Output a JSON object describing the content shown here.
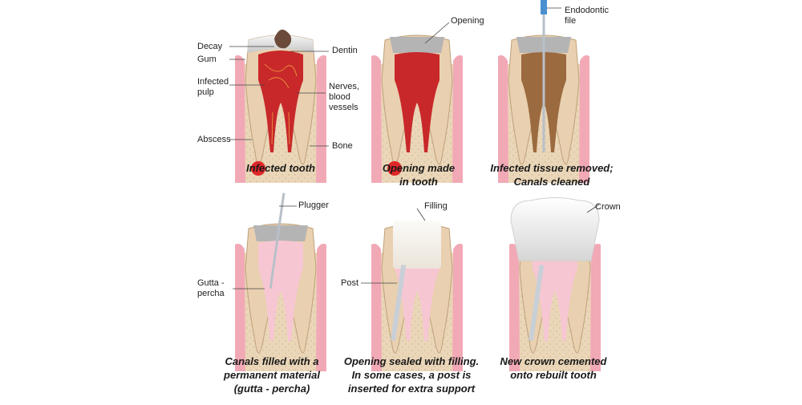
{
  "panels": [
    {
      "id": "infected",
      "caption": [
        "Infected tooth"
      ],
      "labels": {
        "decay": "Decay",
        "gum": "Gum",
        "infected_pulp": [
          "Infected",
          "pulp"
        ],
        "abscess": "Abscess",
        "dentin": "Dentin",
        "nerves": [
          "Nerves,",
          "blood",
          "vessels"
        ],
        "bone": "Bone"
      }
    },
    {
      "id": "opening",
      "caption": [
        "Opening made",
        "in tooth"
      ],
      "labels": {
        "opening": "Opening"
      }
    },
    {
      "id": "cleaned",
      "caption": [
        "Infected tissue removed;",
        "Canals cleaned"
      ],
      "labels": {
        "file": [
          "Endodontic",
          "file"
        ]
      }
    },
    {
      "id": "filled",
      "caption": [
        "Canals filled with a",
        "permanent material",
        "(gutta - percha)"
      ],
      "labels": {
        "plugger": "Plugger",
        "gutta": [
          "Gutta -",
          "percha"
        ]
      }
    },
    {
      "id": "sealed",
      "caption": [
        "Opening sealed with filling.",
        "In some cases, a post is",
        "inserted for extra support"
      ],
      "labels": {
        "filling": "Filling",
        "post": "Post"
      }
    },
    {
      "id": "crown",
      "caption": [
        "New crown cemented",
        "onto rebuilt tooth"
      ],
      "labels": {
        "crown": "Crown"
      }
    }
  ],
  "colors": {
    "gum": "#f2a9b6",
    "bone": "#e9d3b3",
    "enamel": "#d9d9d9",
    "dentin": "#f1dcc0",
    "pulp_infected": "#c8282a",
    "pulp_cleaned": "#9b6a3e",
    "gutta": "#f7c6d3",
    "abscess": "#e0262a",
    "decay": "#6b4a3a",
    "filling": "#f6f3ef",
    "crown": "#f4f4f4",
    "post": "#c9cfd6",
    "tool": "#b8c0c8",
    "file_handle": "#4a8fd0"
  }
}
